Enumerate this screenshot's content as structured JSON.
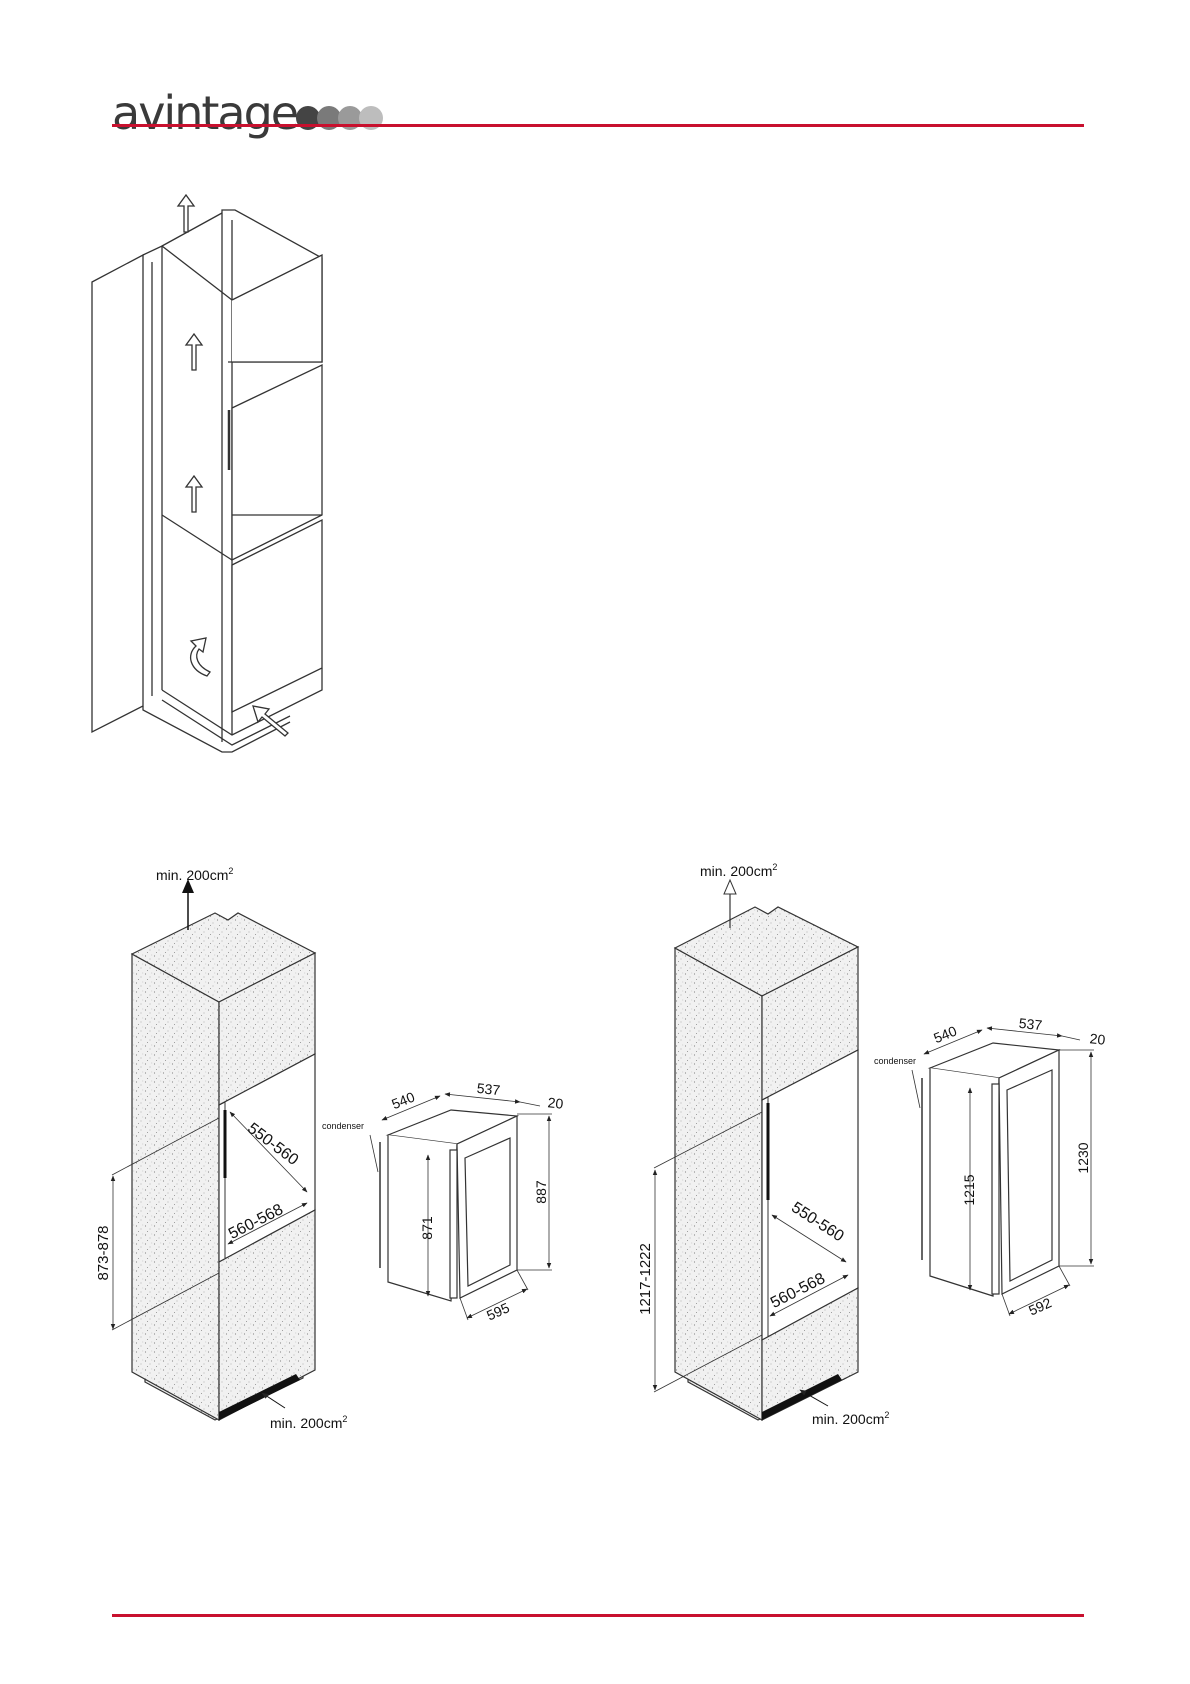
{
  "brand": {
    "name": "avintage",
    "dot_colors": [
      "#444444",
      "#7a7a7a",
      "#9a9a9a",
      "#bdbdbd"
    ],
    "rule_color": "#c8102e"
  },
  "diagram_left": {
    "vent_top": "min. 200cm",
    "vent_bottom": "min. 200cm",
    "height_range": "873-878",
    "depth_range": "550-560",
    "width_range": "560-568",
    "appliance": {
      "depth": "540",
      "body_depth": "537",
      "door_gap": "20",
      "condenser": "condenser",
      "body_height": "871",
      "total_height": "887",
      "width": "595"
    }
  },
  "diagram_right": {
    "vent_top": "min. 200cm",
    "vent_bottom": "min. 200cm",
    "height_range": "1217-1222",
    "depth_range": "550-560",
    "width_range": "560-568",
    "appliance": {
      "depth": "540",
      "body_depth": "537",
      "door_gap": "20",
      "condenser": "condenser",
      "body_height": "1215",
      "total_height": "1230",
      "width": "592"
    }
  },
  "superscript": "2"
}
